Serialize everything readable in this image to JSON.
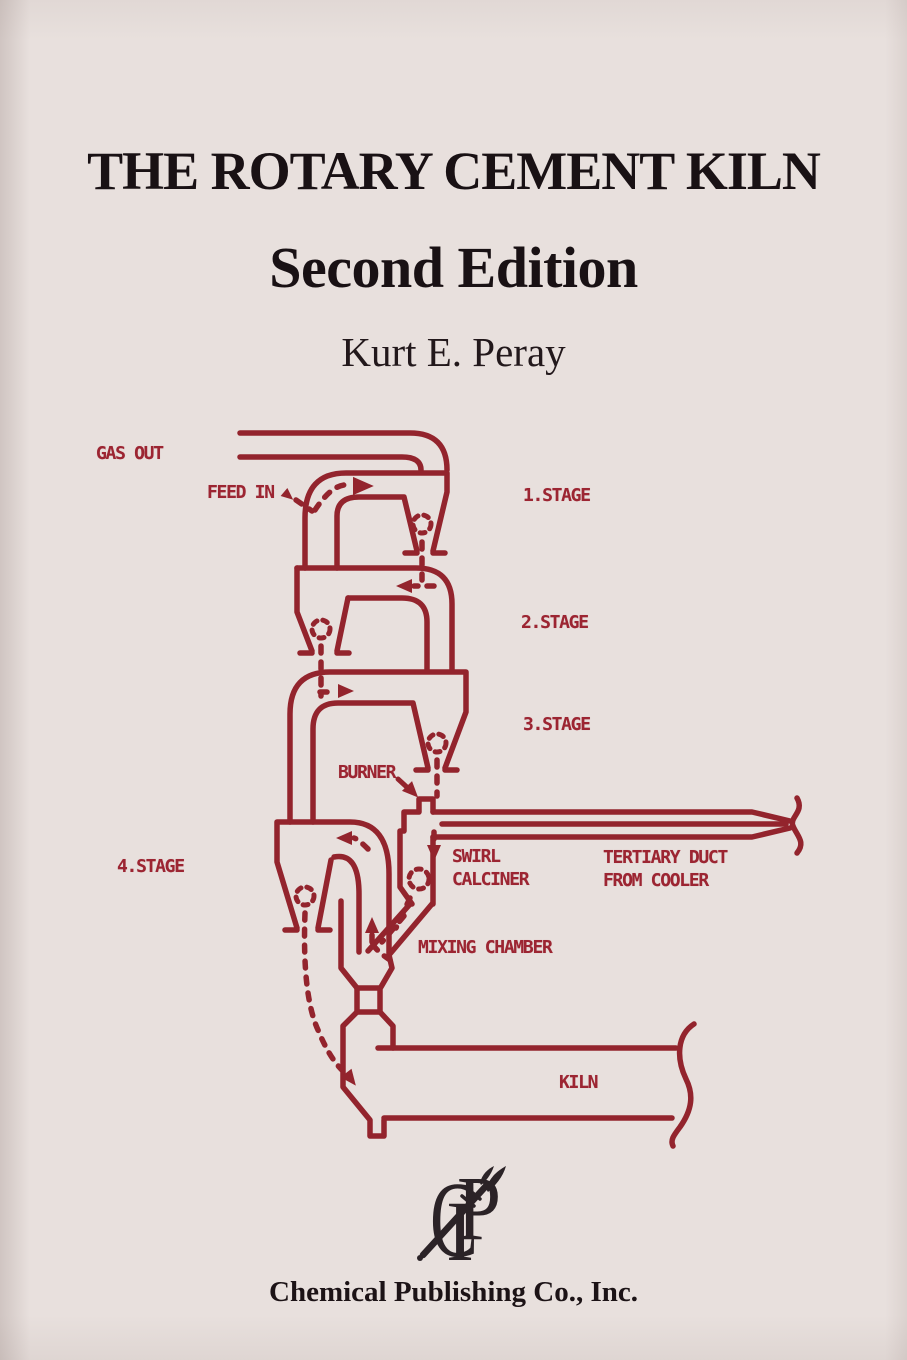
{
  "cover": {
    "title": "THE ROTARY CEMENT KILN",
    "edition": "Second Edition",
    "author": "Kurt E. Peray",
    "publisher": "Chemical Publishing Co., Inc.",
    "logo_letters": [
      "C",
      "P",
      "I"
    ]
  },
  "colors": {
    "background": "#e8e0dd",
    "diagram_line": "#93242d",
    "diagram_label": "#9c2532",
    "title_text": "#191114",
    "logo_ink": "#2b2327"
  },
  "diagram": {
    "labels": {
      "gas_out": "GAS OUT",
      "feed_in": "FEED IN",
      "stage_1": "1.STAGE",
      "stage_2": "2.STAGE",
      "stage_3": "3.STAGE",
      "stage_4": "4.STAGE",
      "burner": "BURNER",
      "swirl_calciner": [
        "SWIRL",
        "CALCINER"
      ],
      "tertiary_duct": [
        "TERTIARY DUCT",
        "FROM COOLER"
      ],
      "mixing_chamber": "MIXING CHAMBER",
      "kiln": "KILN"
    }
  }
}
